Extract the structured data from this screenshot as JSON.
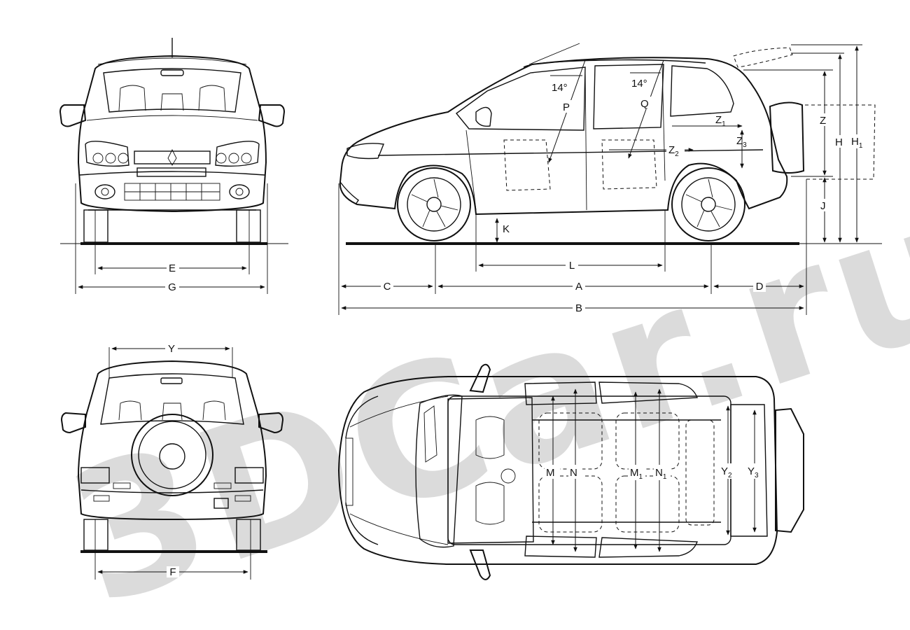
{
  "watermark": "3DCar.ru",
  "front_view": {
    "labels": {
      "E": "E",
      "G": "G"
    }
  },
  "rear_view": {
    "labels": {
      "Y": "Y",
      "F": "F"
    }
  },
  "side_view": {
    "angles": {
      "front": "14°",
      "rear": "14°"
    },
    "labels": {
      "P": "P",
      "Q": "Q",
      "Z": "Z",
      "Z1": "Z",
      "Z1_sub": "1",
      "Z2": "Z",
      "Z2_sub": "2",
      "Z3": "Z",
      "Z3_sub": "3",
      "H": "H",
      "H1": "H",
      "H1_sub": "1",
      "J": "J",
      "K": "K",
      "L": "L",
      "C": "C",
      "A": "A",
      "D": "D",
      "B": "B"
    }
  },
  "top_view": {
    "labels": {
      "M": "M",
      "N": "N",
      "M1": "M",
      "M1_sub": "1",
      "N1": "N",
      "N1_sub": "1",
      "Y2": "Y",
      "Y2_sub": "2",
      "Y3": "Y",
      "Y3_sub": "3"
    }
  }
}
